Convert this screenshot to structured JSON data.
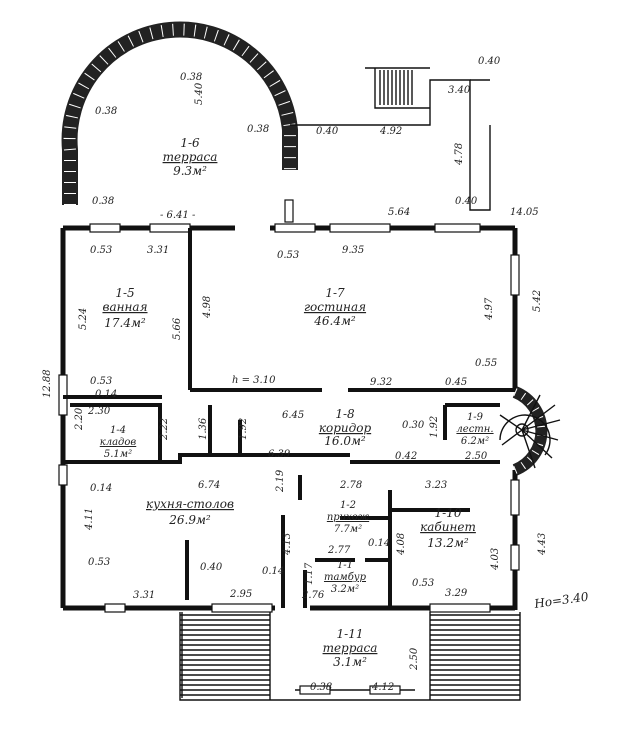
{
  "rooms": {
    "r1_6": {
      "num": "1-6",
      "name": "терраса",
      "area": "9.3м²"
    },
    "r1_5": {
      "num": "1-5",
      "name": "ванная",
      "area": "17.4м²"
    },
    "r1_7": {
      "num": "1-7",
      "name": "гостиная",
      "area": "46.4м²"
    },
    "r1_4": {
      "num": "1-4",
      "name": "кладов",
      "area": "5.1м²"
    },
    "r1_8": {
      "num": "1-8",
      "name": "коридор",
      "area": "16.0м²"
    },
    "r1_9": {
      "num": "1-9",
      "name": "лестн.",
      "area": "6.2м²"
    },
    "r1_3": {
      "name": "кухня-столов",
      "area": "26.9м²"
    },
    "r1_2": {
      "num": "1-2",
      "name": "прихож",
      "area": "7.7м²"
    },
    "r1_10": {
      "num": "1-10",
      "name": "кабинет",
      "area": "13.2м²"
    },
    "r1_1": {
      "num": "1-1",
      "name": "тамбур",
      "area": "3.2м²"
    },
    "r1_11": {
      "num": "1-11",
      "name": "терраса",
      "area": "3.1м²"
    }
  },
  "dims": {
    "d0_40a": "0.40",
    "d3_40a": "3.40",
    "d0_38a": "0.38",
    "d5_40": "5.40",
    "d0_38b": "0.38",
    "d0_38c": "0.38",
    "d0_40b": "0.40",
    "d4_92": "4.92",
    "d4_78": "4.78",
    "d0_38d": "0.38",
    "d6_41": "- 6.41 -",
    "d5_64": "5.64",
    "d0_40c": "0.40",
    "d14_05": "14.05",
    "d0_53a": "0.53",
    "d3_31a": "3.31",
    "d0_53b": "0.53",
    "d9_35": "9.35",
    "d5_24": "5.24",
    "d5_66": "5.66",
    "d4_98": "4.98",
    "d4_97": "4.97",
    "d5_42": "5.42",
    "d12_88": "12.88",
    "d0_53c": "0.53",
    "d0_14a": "0.14",
    "d_h": "h = 3.10",
    "d9_32": "9.32",
    "d0_45": "0.45",
    "d0_55": "0.55",
    "d2_30a": "2.30",
    "d2_20": "2.20",
    "d2_22": "2.22",
    "d1_36": "1.36",
    "d1_92a": "1.92",
    "d6_45": "6.45",
    "d0_30": "0.30",
    "d1_92b": "1.92",
    "d6_39": "6.39",
    "d0_42": "0.42",
    "d2_50a": "2.50",
    "d0_14b": "0.14",
    "d6_74": "6.74",
    "d2_78": "2.78",
    "d3_23": "3.23",
    "d4_11": "4.11",
    "d2_19": "2.19",
    "d4_13a": "4.13",
    "d4_08": "4.08",
    "d4_03": "4.03",
    "d4_43": "4.43",
    "d0_53d": "0.53",
    "d0_40d": "0.40",
    "d0_14c": "0.14",
    "d2_77": "2.77",
    "d0_14d": "0.14",
    "d1_17": "1.17",
    "d3_31b": "3.31",
    "d2_95": "2.95",
    "d2_76": "2.76",
    "d0_53e": "0.53",
    "d3_29": "3.29",
    "d2_50b": "2.50",
    "d0_38e": "0.38",
    "d4_12": "4.12",
    "d_ho": "Hо=3.40"
  }
}
